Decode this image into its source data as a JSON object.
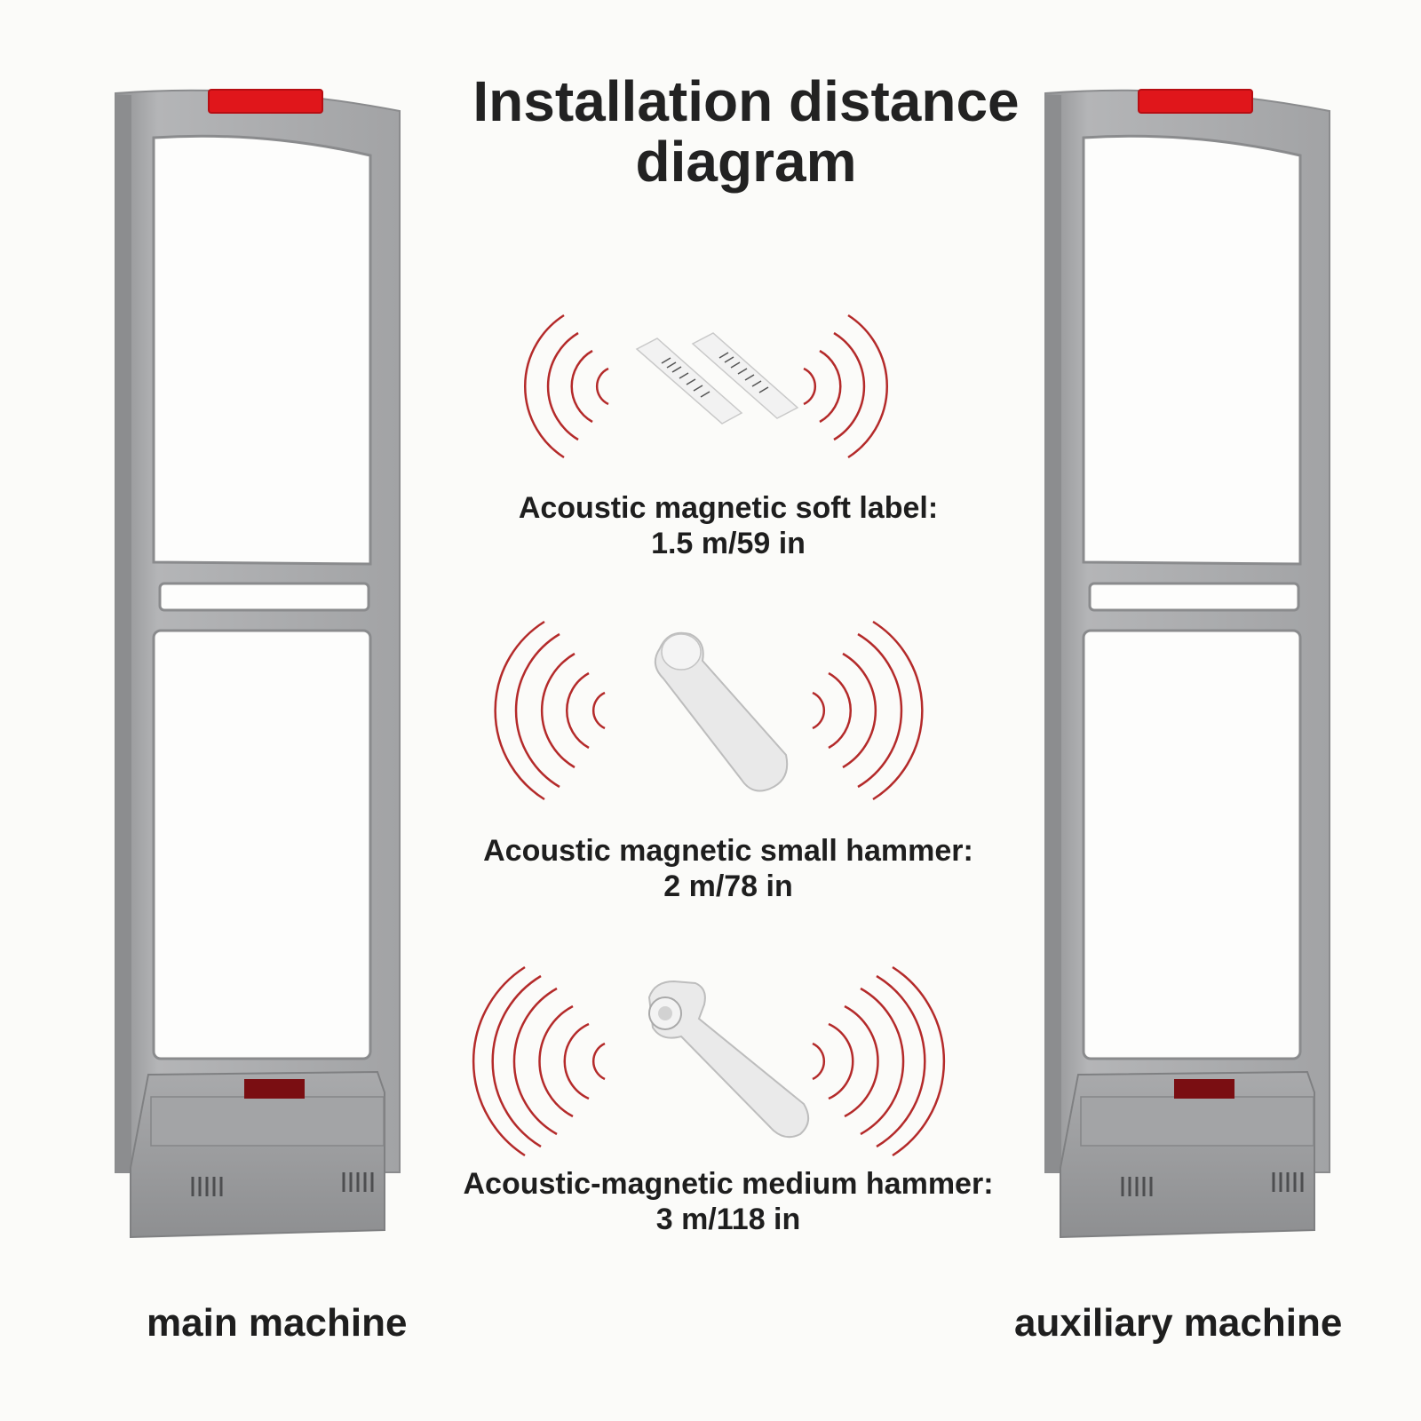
{
  "title": {
    "line1": "Installation distance",
    "line2": "diagram"
  },
  "tags": [
    {
      "name": "Acoustic magnetic soft label:",
      "distance": "1.5 m/59 in",
      "icon": "soft-label-tag-icon"
    },
    {
      "name": "Acoustic magnetic small hammer:",
      "distance": "2 m/78 in",
      "icon": "small-hammer-tag-icon"
    },
    {
      "name": "Acoustic-magnetic medium hammer:",
      "distance": "3 m/118 in",
      "icon": "medium-hammer-tag-icon"
    }
  ],
  "machines": {
    "main": "main machine",
    "auxiliary": "auxiliary machine"
  },
  "colors": {
    "wave": "#b42a2a",
    "alarm_light": "#e0161b",
    "frame": "#a6a7a9",
    "indicator": "#7a0e12"
  }
}
